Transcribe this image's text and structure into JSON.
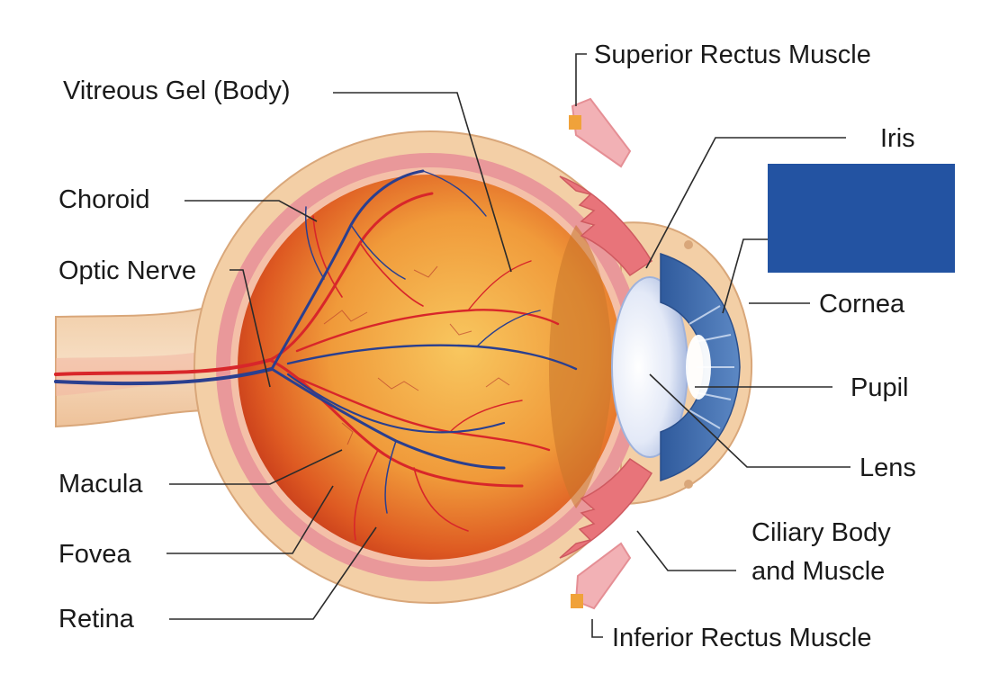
{
  "diagram": {
    "labels": {
      "superior_rectus": "Superior Rectus Muscle",
      "vitreous": "Vitreous Gel (Body)",
      "iris": "Iris",
      "choroid": "Choroid",
      "optic_nerve": "Optic Nerve",
      "cornea": "Cornea",
      "pupil": "Pupil",
      "lens": "Lens",
      "macula": "Macula",
      "fovea": "Fovea",
      "retina": "Retina",
      "ciliary_line1": "Ciliary Body",
      "ciliary_line2": "and Muscle",
      "inferior_rectus": "Inferior Rectus Muscle"
    },
    "colors": {
      "sclera": "#f3cfa6",
      "choroid_band": "#e9989a",
      "globe_outer": "#d9481f",
      "globe_inner": "#f6b04c",
      "artery": "#d8262a",
      "vein": "#2a3f8f",
      "iris": "#3f6aa8",
      "lens": "#dfe6f5",
      "ciliary": "#e8747a",
      "redaction_box": "#2353a2"
    }
  }
}
